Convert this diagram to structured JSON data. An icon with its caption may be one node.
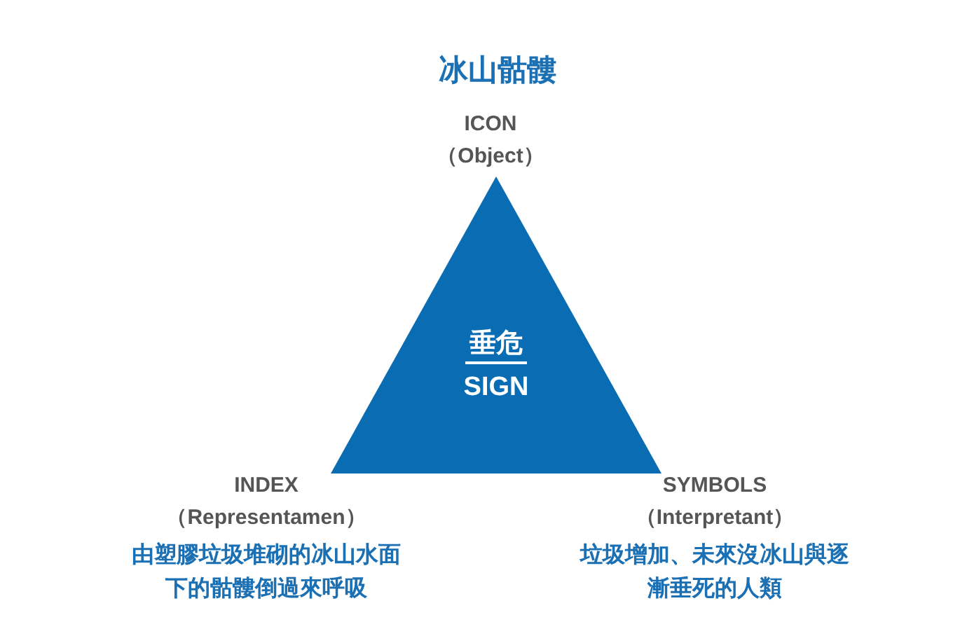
{
  "diagram": {
    "title": "冰山骷髏",
    "nodes": [
      {
        "text": [
          "垂危",
          "SIGN"
        ]
      }
    ],
    "labels": [
      "ICON",
      "（Object）",
      "INDEX",
      "（Representamen）",
      "由塑膠垃圾堆砌的冰山水面下的骷髏倒過來呼吸",
      "SYMBOLS",
      "（Interpretant）",
      "垃圾增加、未來沒冰山與逐漸垂死的人類"
    ]
  }
}
